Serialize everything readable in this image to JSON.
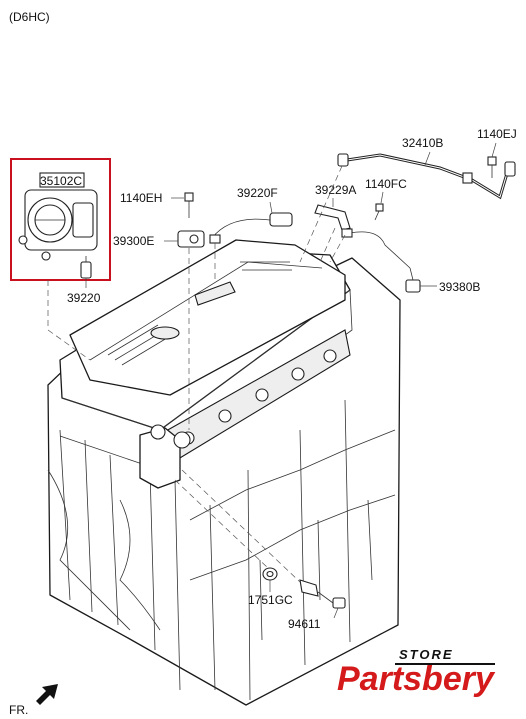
{
  "header": {
    "engine_code": "(D6HC)"
  },
  "parts": {
    "p35102C": "35102C",
    "p39220": "39220",
    "p1140EH": "1140EH",
    "p39300E": "39300E",
    "p39220F": "39220F",
    "p39229A": "39229A",
    "p1140FC": "1140FC",
    "p32410B": "32410B",
    "p1140EJ": "1140EJ",
    "p39380B": "39380B",
    "p1751GC": "1751GC",
    "p94611": "94611"
  },
  "footer": {
    "direction": "FR."
  },
  "brand": {
    "top": "STORE",
    "main": "Partsbery"
  },
  "colors": {
    "highlight": "#c8101e",
    "brand": "#d41a1a"
  }
}
